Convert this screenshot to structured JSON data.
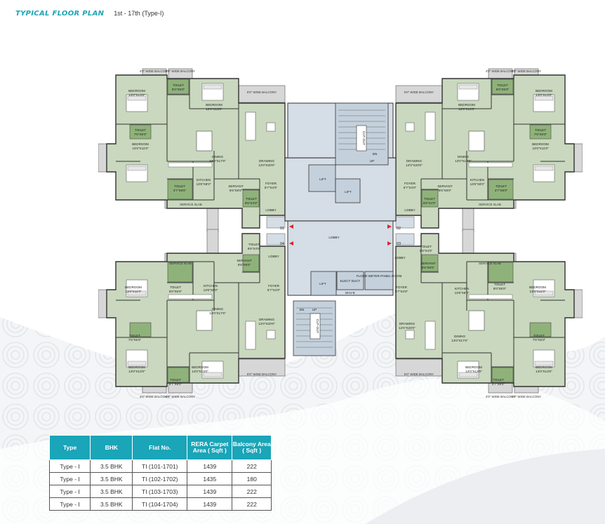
{
  "header": {
    "title": "TYPICAL FLOOR PLAN",
    "subtitle": "1st - 17th (Type-I)"
  },
  "plan": {
    "unit_labels": [
      "01",
      "02",
      "03",
      "04"
    ],
    "core_labels": {
      "lobby": "LOBBY",
      "lift": "LIFT",
      "up": "UP",
      "dn": "DN",
      "cut_out": "CUT-OUT",
      "elect_duct": "ELECT DUCT",
      "floor_meter_panel_room": "FLOOR METER PANEL ROOM",
      "ehv_e": "EHV-E"
    },
    "rooms": {
      "bedroom": "BEDROOM",
      "toilet": "TOILET",
      "dining": "DINING",
      "drawing": "DRAWING",
      "kitchen": "KITCHEN",
      "servant": "SERVANT",
      "foyer": "FOYER",
      "lobby": "LOBBY",
      "service_slab": "SERVICE SLAB",
      "balcony_4": "4'0\" WIDE BALCONY",
      "balcony_5": "5'0\" WIDE BALCONY"
    },
    "dims": {
      "bedroom_a": "13'0\"X13'0\"",
      "bedroom_b": "12'0\"X13'0\"",
      "bedroom_c": "13'0\"X11'0\"",
      "toilet_a": "8'0\"X5'0\"",
      "toilet_b": "7'6\"X5'0\"",
      "toilet_c": "4'7\"X9'0\"",
      "dining": "13'0\"X17'0\"",
      "drawing": "12'0\"X20'0\"",
      "kitchen": "13'6\"X8'0\"",
      "servant": "8'6\"X8'0\"",
      "foyer": "5'7\"X4'0\"",
      "toilet_s": "8'6\"X4'0\""
    }
  },
  "table": {
    "headers": [
      "Type",
      "BHK",
      "Flat No.",
      "RERA Carpet Area ( Sqft )",
      "Balcony Area ( Sqft )"
    ],
    "rows": [
      [
        "Type - I",
        "3.5 BHK",
        "TI (101-1701)",
        "1439",
        "222"
      ],
      [
        "Type - I",
        "3.5 BHK",
        "TI (102-1702)",
        "1435",
        "180"
      ],
      [
        "Type - I",
        "3.5 BHK",
        "TI (103-1703)",
        "1439",
        "222"
      ],
      [
        "Type - I",
        "3.5 BHK",
        "TI (104-1704)",
        "1439",
        "222"
      ]
    ]
  }
}
